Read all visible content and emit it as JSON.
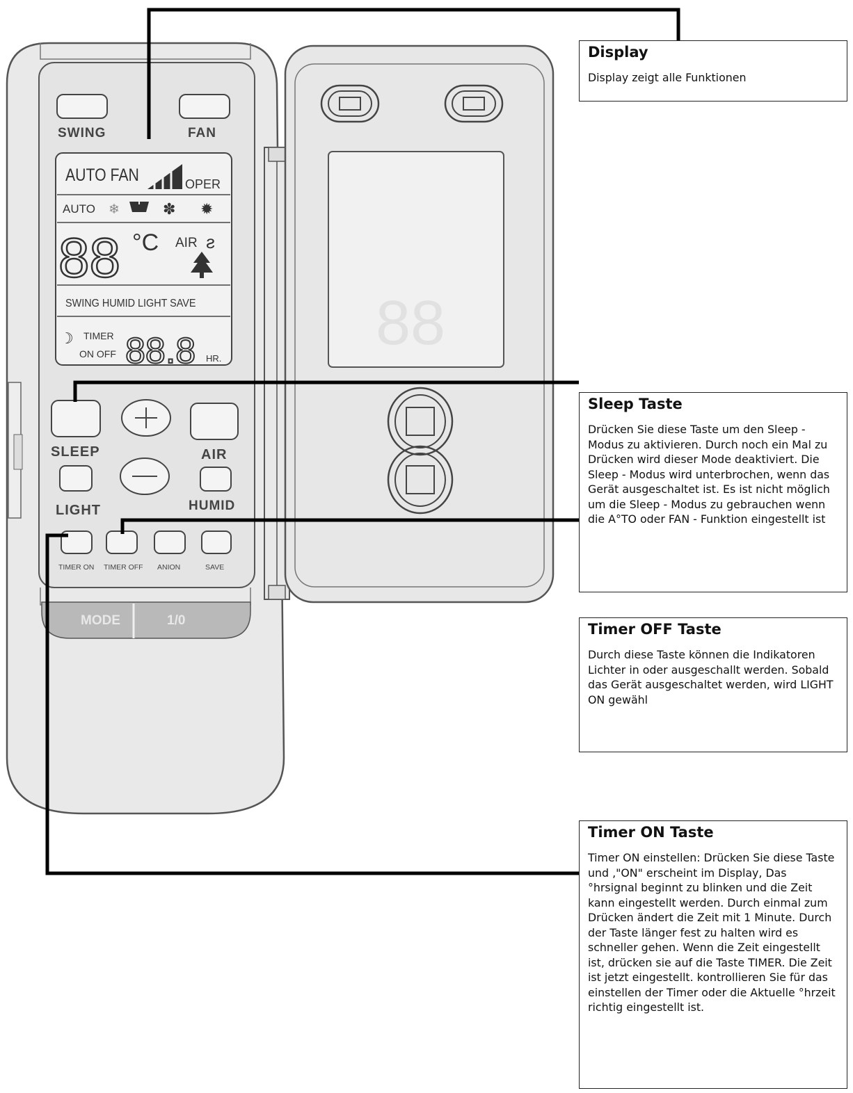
{
  "remote": {
    "swing_label": "SWING",
    "fan_label": "FAN",
    "sleep_label": "SLEEP",
    "air_label": "AIR",
    "light_label": "LIGHT",
    "humid_label": "HUMID",
    "timer_on_label": "TIMER ON",
    "timer_off_label": "TIMER OFF",
    "anion_label": "ANION",
    "save_label": "SAVE",
    "mode_label": "MODE",
    "power_label": "1/0",
    "plus_symbol": "+",
    "lcd": {
      "auto_fan": "AUTO FAN",
      "oper": "OPER",
      "auto": "AUTO",
      "temp_digits": "88",
      "celsius": "°C",
      "air": "AIR",
      "indicators": "SWING HUMID LIGHT SAVE",
      "timer": "TIMER",
      "on_off": "ON OFF",
      "timer_digits": "88.8",
      "hr": "HR."
    }
  },
  "callouts": [
    {
      "title": "Display",
      "text": "Display zeigt alle Funktionen"
    },
    {
      "title": "Sleep Taste",
      "text": "Drücken Sie diese Taste um den Sleep - Modus zu aktivieren. Durch noch ein Mal zu Drücken wird dieser Mode deaktiviert. Die Sleep - Modus wird unterbrochen, wenn das Gerät ausgeschaltet ist. Es ist nicht möglich um die Sleep - Modus zu gebrauchen wenn die A°TO oder FAN - Funktion eingestellt ist"
    },
    {
      "title": "Timer OFF Taste",
      "text": "Durch diese Taste können die Indikatoren Lichter in oder ausgeschallt werden. Sobald das Gerät ausgeschaltet werden, wird LIGHT ON gewähl"
    },
    {
      "title": "Timer ON Taste",
      "text": "Timer ON einstellen: Drücken Sie diese Taste und ,\"ON\" erscheint im Display, Das °hrsignal beginnt zu blinken und die Zeit kann eingestellt werden. Durch einmal zum Drücken ändert  die Zeit mit 1 Minute. Durch der Taste länger fest zu halten wird es schneller gehen. Wenn die Zeit eingestellt ist, drücken sie auf die Taste TIMER. Die Zeit ist jetzt eingestellt. kontrollieren Sie für das einstellen der Timer oder die Aktuelle °hrzeit richtig eingestellt ist."
    }
  ]
}
